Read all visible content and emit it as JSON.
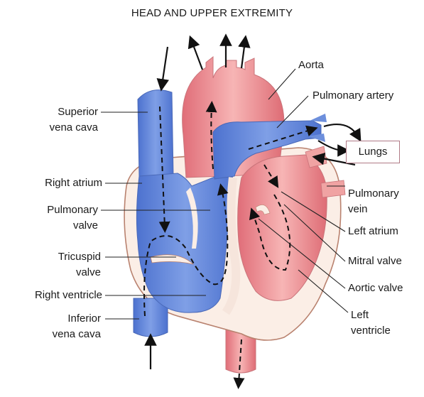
{
  "title": "HEAD AND UPPER EXTREMITY",
  "lungs_box": "Lungs",
  "labels": {
    "aorta": "Aorta",
    "pulmonary_artery": "Pulmonary artery",
    "superior_vena_cava": [
      "Superior",
      "vena cava"
    ],
    "right_atrium": "Right atrium",
    "pulmonary_valve": [
      "Pulmonary",
      "valve"
    ],
    "tricuspid_valve": [
      "Tricuspid",
      "valve"
    ],
    "right_ventricle": "Right ventricle",
    "inferior_vena_cava": [
      "Inferior",
      "vena cava"
    ],
    "pulmonary_vein": [
      "Pulmonary",
      "vein"
    ],
    "left_atrium": "Left atrium",
    "mitral_valve": "Mitral valve",
    "aortic_valve": "Aortic valve",
    "left_ventricle": [
      "Left",
      "ventricle"
    ]
  },
  "colors": {
    "deoxygenated_blue": "#5b82d6",
    "oxygenated_red": "#e57f86",
    "heart_wall": "#fbeee6",
    "outline": "#b9826f"
  }
}
